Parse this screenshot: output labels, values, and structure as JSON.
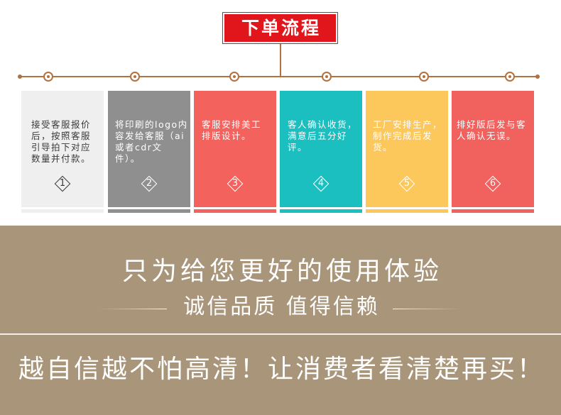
{
  "title": "下单流程",
  "colors": {
    "accent_red": "#e1161c",
    "timeline": "#b3713f",
    "banner": "#a8957a"
  },
  "steps": [
    {
      "number": "1",
      "lines": [
        "接受客服报价",
        "后，按照客服",
        "引导拍下对应",
        "数量并付款。"
      ],
      "color": "#efefef",
      "text_color": "#3a3a3a"
    },
    {
      "number": "2",
      "lines": [
        "将印刷的logo内",
        "容发给客服（ai",
        "或者cdr文",
        "件）。"
      ],
      "color": "#8f8f8f",
      "text_color": "#ffffff"
    },
    {
      "number": "3",
      "lines": [
        "客服安排美工",
        "排版设计。"
      ],
      "color": "#f3625d",
      "text_color": "#ffffff"
    },
    {
      "number": "4",
      "lines": [
        "客人确认收货，",
        "满意后五分好",
        "评。"
      ],
      "color": "#1bbfbf",
      "text_color": "#ffffff"
    },
    {
      "number": "5",
      "lines": [
        "工厂安排生产，",
        "制作完成后发",
        "货。"
      ],
      "color": "#fcc85c",
      "text_color": "#ffffff"
    },
    {
      "number": "6",
      "lines": [
        "排好版后发与客",
        "人确认无误。"
      ],
      "color": "#f1625f",
      "text_color": "#ffffff"
    }
  ],
  "banner": {
    "headline": "只为给您更好的使用体验",
    "tagline": "诚信品质 值得信赖",
    "slogan": "越自信越不怕高清！让消费者看清楚再买！"
  }
}
